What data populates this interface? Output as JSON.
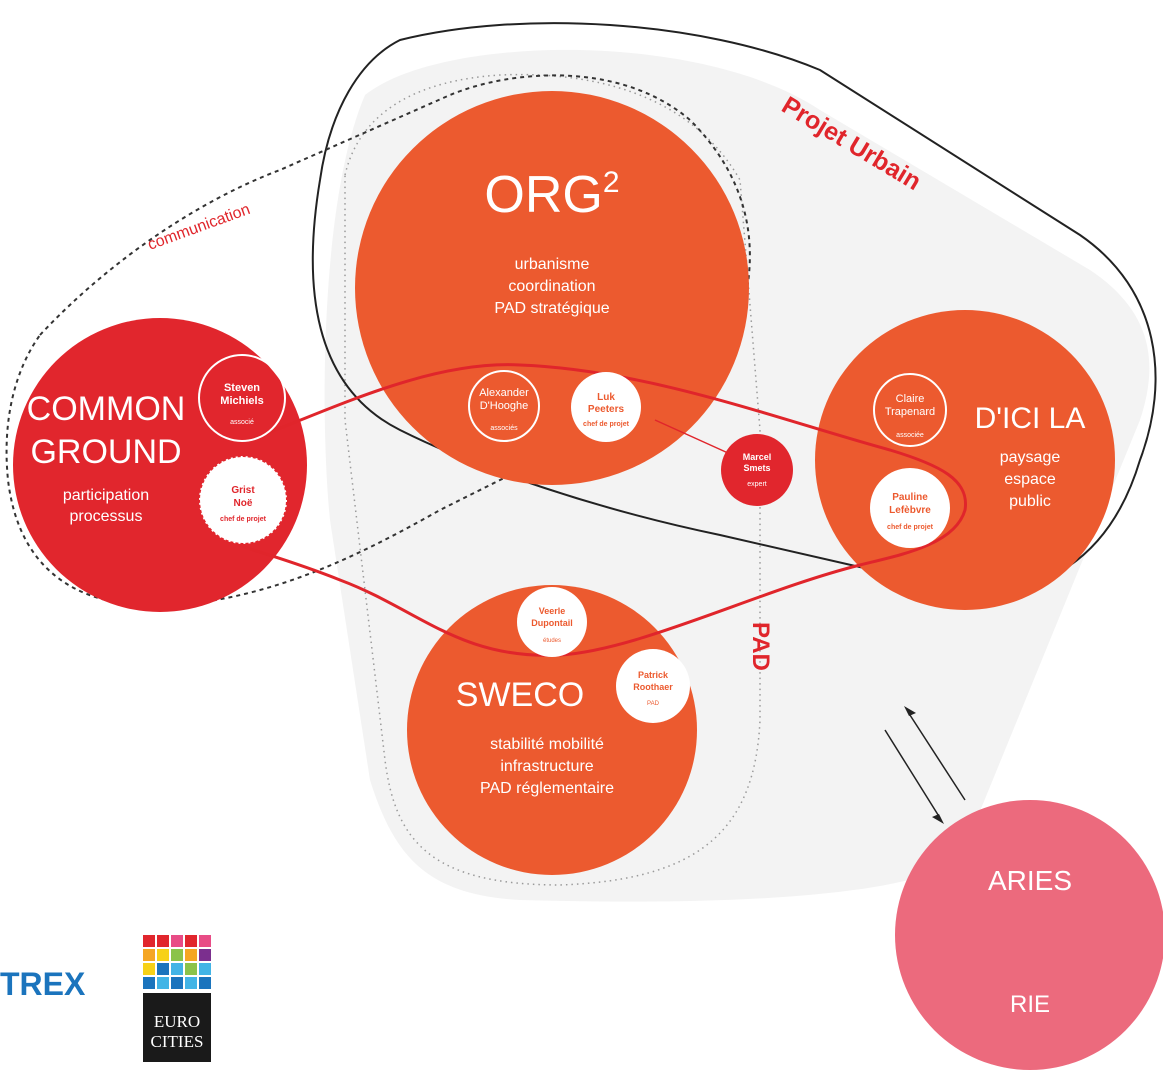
{
  "labels": {
    "projet_urbain": "Projet Urbain",
    "communication": "communication",
    "pad": "PAD"
  },
  "org": {
    "title": "ORG",
    "superscript": "2",
    "lines": [
      "urbanisme",
      "coordination",
      "PAD stratégique"
    ]
  },
  "common_ground": {
    "title_lines": [
      "COMMON",
      "GROUND"
    ],
    "lines": [
      "participation",
      "processus"
    ]
  },
  "dicila": {
    "title": "D'ICI LA",
    "lines": [
      "paysage",
      "espace",
      "public"
    ]
  },
  "sweco": {
    "title": "SWECO",
    "lines": [
      "stabilité  mobilité",
      "infrastructure",
      "PAD réglementaire"
    ]
  },
  "aries": {
    "title": "ARIES",
    "subtitle": "RIE"
  },
  "people": {
    "steven": {
      "name": [
        "Steven",
        "Michiels"
      ],
      "role": "associé"
    },
    "grist": {
      "name": [
        "Grist",
        "Noë"
      ],
      "role": "chef de projet"
    },
    "alexander": {
      "name": [
        "Alexander",
        "D'Hooghe"
      ],
      "role": "associés"
    },
    "luk": {
      "name": [
        "Luk",
        "Peeters"
      ],
      "role": "chef de projet"
    },
    "marcel": {
      "name": [
        "Marcel",
        "Smets"
      ],
      "role": "expert"
    },
    "claire": {
      "name": [
        "Claire",
        "Trapenard"
      ],
      "role": "associée"
    },
    "pauline": {
      "name": [
        "Pauline",
        "Lefèbvre"
      ],
      "role": "chef de projet"
    },
    "veerle": {
      "name": [
        "Veerle",
        "Dupontail"
      ],
      "role": "études"
    },
    "patrick": {
      "name": [
        "Patrick",
        "Roothaer"
      ],
      "role": "PAD"
    }
  },
  "logos": {
    "trex": "TREX",
    "eurocities": [
      "EURO",
      "CITIES"
    ]
  },
  "colors": {
    "orange": "#ec5a2f",
    "red": "#e1262d",
    "pink": "#ec6a7d",
    "line_red": "#e0252b",
    "trex_blue": "#1b74bd"
  }
}
